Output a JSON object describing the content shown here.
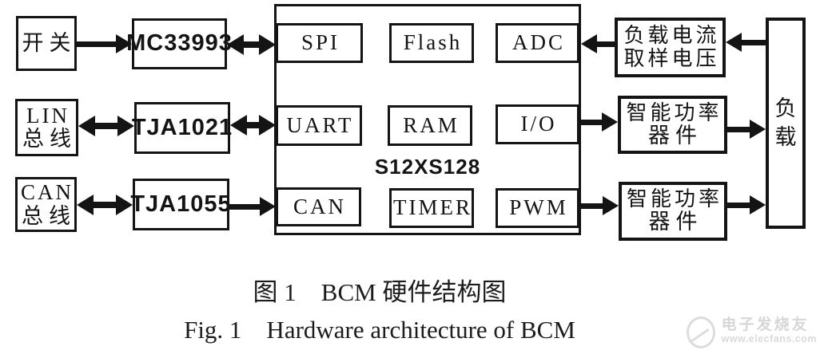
{
  "figure": {
    "caption_zh": "图 1　BCM 硬件结构图",
    "caption_en": "Fig. 1　Hardware architecture of BCM"
  },
  "blocks": {
    "switch": {
      "label": "开关"
    },
    "lin_bus": {
      "line1": "LIN",
      "line2": "总线"
    },
    "can_bus": {
      "line1": "CAN",
      "line2": "总线"
    },
    "mc33993": {
      "label": "MC33993"
    },
    "tja1021": {
      "label": "TJA1021"
    },
    "tja1055": {
      "label": "TJA1055"
    },
    "mcu": {
      "label": "S12XS128",
      "spi": "SPI",
      "flash": "Flash",
      "adc": "ADC",
      "uart": "UART",
      "ram": "RAM",
      "io": "I/O",
      "can": "CAN",
      "timer": "TIMER",
      "pwm": "PWM"
    },
    "current_sampling": {
      "line1": "负载电流",
      "line2": "取样电压"
    },
    "ipd_top": {
      "line1": "智能功率",
      "line2": "器件"
    },
    "ipd_bottom": {
      "line1": "智能功率",
      "line2": "器件"
    },
    "load": {
      "char1": "负",
      "char2": "载"
    }
  },
  "connections": [
    "开关 → MC33993",
    "MC33993 ↔ SPI",
    "LIN总线 ↔ TJA1021",
    "TJA1021 ↔ UART",
    "CAN总线 ↔ TJA1055",
    "TJA1055 → CAN",
    "负载 → 负载电流取样电压",
    "负载电流取样电压 → ADC",
    "I/O → 智能功率器件(上)",
    "智能功率器件(上) → 负载",
    "PWM → 智能功率器件(下)",
    "智能功率器件(下) → 负载"
  ],
  "watermark": {
    "name": "电子发烧友",
    "url": "www.elecfans.com"
  }
}
